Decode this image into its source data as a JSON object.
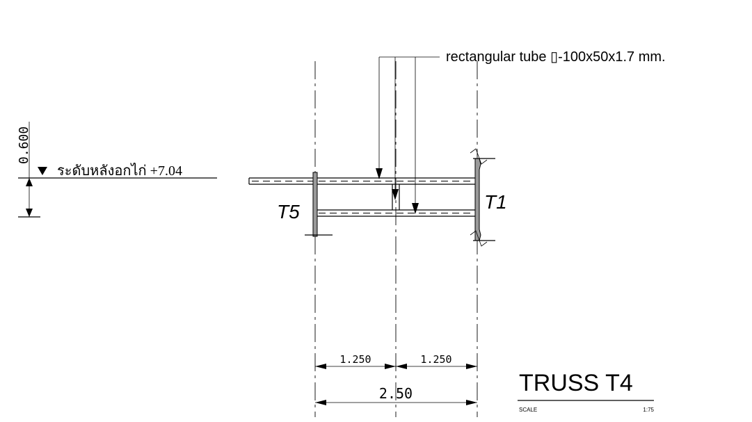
{
  "callout": {
    "label": "rectangular tube ▯-100x50x1.7 mm."
  },
  "level": {
    "height": "0.600",
    "label": "ระดับหลังอกไก่ +7.04"
  },
  "tags": {
    "left": "T5",
    "right": "T1"
  },
  "dimensions": {
    "left_segment": "1.250",
    "right_segment": "1.250",
    "total": "2.50"
  },
  "title_block": {
    "title": "TRUSS T4",
    "scale_label": "SCALE",
    "scale_value": "1:75"
  }
}
